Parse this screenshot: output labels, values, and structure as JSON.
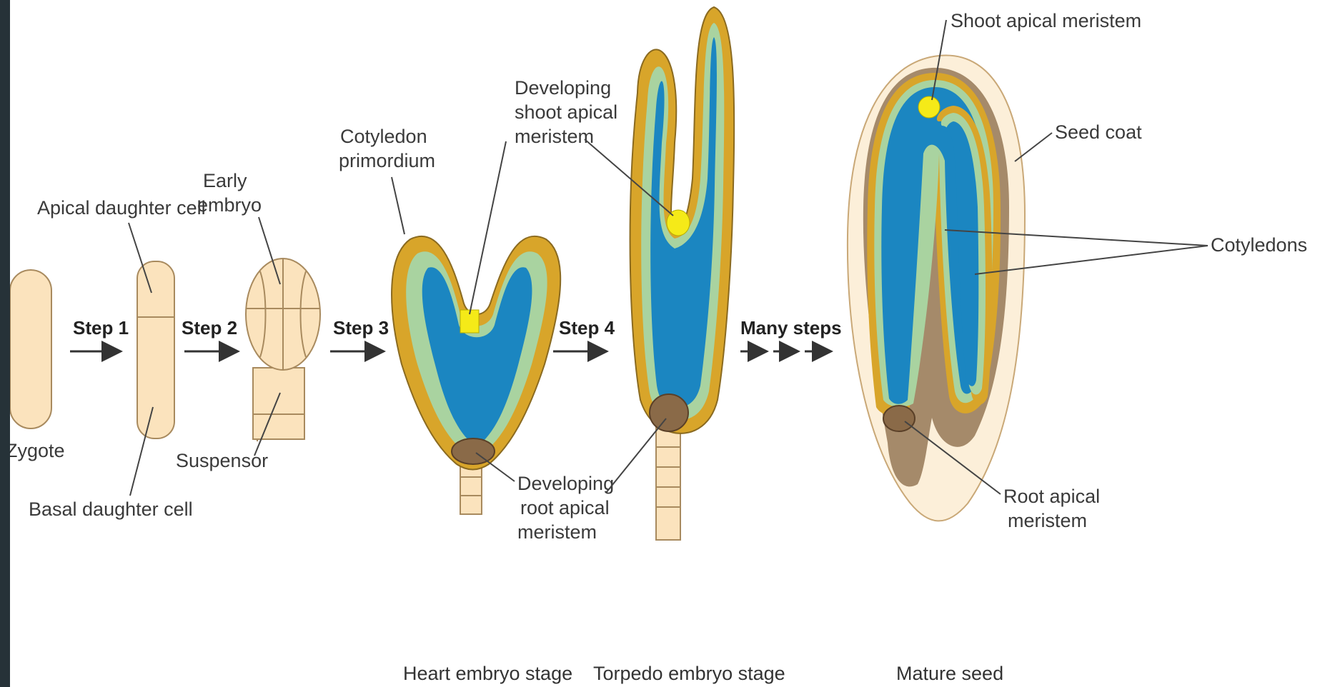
{
  "labels": {
    "zygote": "Zygote",
    "apical_daughter": "Apical daughter cell",
    "basal_daughter": "Basal daughter cell",
    "early_embryo_1": "Early",
    "early_embryo_2": "embryo",
    "suspensor": "Suspensor",
    "cotyledon_primordium_1": "Cotyledon",
    "cotyledon_primordium_2": "primordium",
    "dev_shoot_1": "Developing",
    "dev_shoot_2": "shoot apical",
    "dev_shoot_3": "meristem",
    "dev_root_1": "Developing",
    "dev_root_2": "root apical",
    "dev_root_3": "meristem",
    "shoot_apical_meristem": "Shoot apical meristem",
    "seed_coat": "Seed coat",
    "cotyledons": "Cotyledons",
    "root_apical_1": "Root apical",
    "root_apical_2": "meristem"
  },
  "steps": {
    "step1": "Step 1",
    "step2": "Step 2",
    "step3": "Step 3",
    "step4": "Step 4",
    "many": "Many steps"
  },
  "stages": {
    "heart": "Heart embryo stage",
    "torpedo": "Torpedo embryo stage",
    "mature": "Mature seed"
  },
  "colors": {
    "frame": "#263238",
    "cell_cream": "#fbe3bd",
    "epidermis_gold": "#d8a52a",
    "ground_green": "#a9d3a0",
    "vascular_blue": "#1b86c1",
    "meristem_yellow": "#f5ea18",
    "root_brown": "#8a6a48",
    "seed_coat": "#fcefd9"
  }
}
